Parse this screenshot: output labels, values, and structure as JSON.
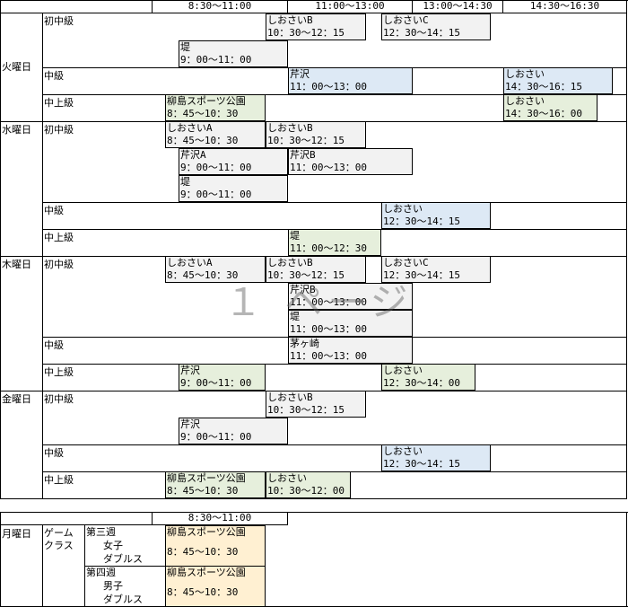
{
  "header": {
    "slots": [
      "8:30〜11:00",
      "11:00〜13:00",
      "13:00〜14:30",
      "14:30〜16:30"
    ],
    "mon_slot": "8:30〜11:00"
  },
  "days": {
    "tue": "火曜日",
    "wed": "水曜日",
    "thu": "木曜日",
    "fri": "金曜日",
    "mon": "月曜日"
  },
  "levels": {
    "beginner_intermediate": "初中級",
    "intermediate": "中級",
    "upper_intermediate": "中上級"
  },
  "cells": {
    "tue_bi_1": {
      "name": "しおさいB",
      "time": "10：30〜12：15"
    },
    "tue_bi_2": {
      "name": "しおさいC",
      "time": "12：30〜14：15"
    },
    "tue_bi_3": {
      "name": "堤",
      "time": "9：00〜11：00"
    },
    "tue_i_1": {
      "name": "芹沢",
      "time": "11：00〜13：00"
    },
    "tue_i_2": {
      "name": "しおさい",
      "time": "14：30〜16：15"
    },
    "tue_u_1": {
      "name": "柳島スポーツ公園",
      "time": "8：45〜10：30"
    },
    "tue_u_2": {
      "name": "しおさい",
      "time": "14：30〜16：00"
    },
    "wed_bi_1": {
      "name": "しおさいA",
      "time": "8：45〜10：30"
    },
    "wed_bi_2": {
      "name": "しおさいB",
      "time": "10：30〜12：15"
    },
    "wed_bi_3": {
      "name": "芹沢A",
      "time": "9：00〜11：00"
    },
    "wed_bi_4": {
      "name": "芹沢B",
      "time": "11：00〜13：00"
    },
    "wed_bi_5": {
      "name": "堤",
      "time": "9：00〜11：00"
    },
    "wed_i_1": {
      "name": "しおさい",
      "time": "12：30〜14：15"
    },
    "wed_u_1": {
      "name": "堤",
      "time": "11：00〜12：30"
    },
    "thu_bi_1": {
      "name": "しおさいA",
      "time": "8：45〜10：30"
    },
    "thu_bi_2": {
      "name": "しおさいB",
      "time": "10：30〜12：15"
    },
    "thu_bi_3": {
      "name": "しおさいC",
      "time": "12：30〜14：15"
    },
    "thu_bi_4": {
      "name": "芹沢B",
      "time": "11：00〜13：00"
    },
    "thu_bi_5": {
      "name": "堤",
      "time": "11：00〜13：00"
    },
    "thu_i_1": {
      "name": "茅ヶ崎",
      "time": "11：00〜13：00"
    },
    "thu_u_1": {
      "name": "芹沢",
      "time": "9：00〜11：00"
    },
    "thu_u_2": {
      "name": "しおさい",
      "time": "12：30〜14：00"
    },
    "fri_bi_1": {
      "name": "しおさいB",
      "time": "10：30〜12：15"
    },
    "fri_bi_2": {
      "name": "芹沢",
      "time": "9：00〜11：00"
    },
    "fri_i_1": {
      "name": "しおさい",
      "time": "12：30〜14：15"
    },
    "fri_u_1": {
      "name": "柳島スポーツ公園",
      "time": "8：45〜10：30"
    },
    "fri_u_2": {
      "name": "しおさい",
      "time": "10：30〜12：00"
    },
    "mon_1": {
      "name": "柳島スポーツ公園",
      "time": "8：45〜10：30"
    },
    "mon_2": {
      "name": "柳島スポーツ公園",
      "time": "8：45〜10：30"
    }
  },
  "monday": {
    "class_line1": "ゲーム",
    "class_line2": "クラス",
    "week3": "第三週",
    "week3_type1": "女子",
    "week3_type2": "ダブルス",
    "week4": "第四週",
    "week4_type1": "男子",
    "week4_type2": "ダブルス"
  },
  "watermark": "１ ページ",
  "colors": {
    "gray": "#f2f2f2",
    "blue": "#dde9f5",
    "green": "#e6efdc",
    "orange": "#fff0d2"
  }
}
